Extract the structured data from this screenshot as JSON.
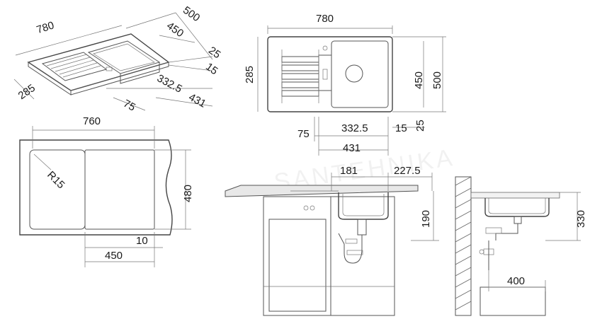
{
  "watermark": "SANTEHNIKA",
  "views": {
    "isometric": {
      "dims": [
        "780",
        "500",
        "450",
        "25",
        "15",
        "285",
        "332.5",
        "75",
        "431"
      ]
    },
    "top": {
      "dims": [
        "780",
        "285",
        "450",
        "500",
        "75",
        "332.5",
        "15",
        "25",
        "431"
      ]
    },
    "cutout": {
      "dims": [
        "760",
        "480",
        "R15",
        "10",
        "450"
      ]
    },
    "front_install": {
      "dims": [
        "181",
        "227.5",
        "190"
      ]
    },
    "side_install": {
      "dims": [
        "330",
        "400"
      ]
    }
  }
}
